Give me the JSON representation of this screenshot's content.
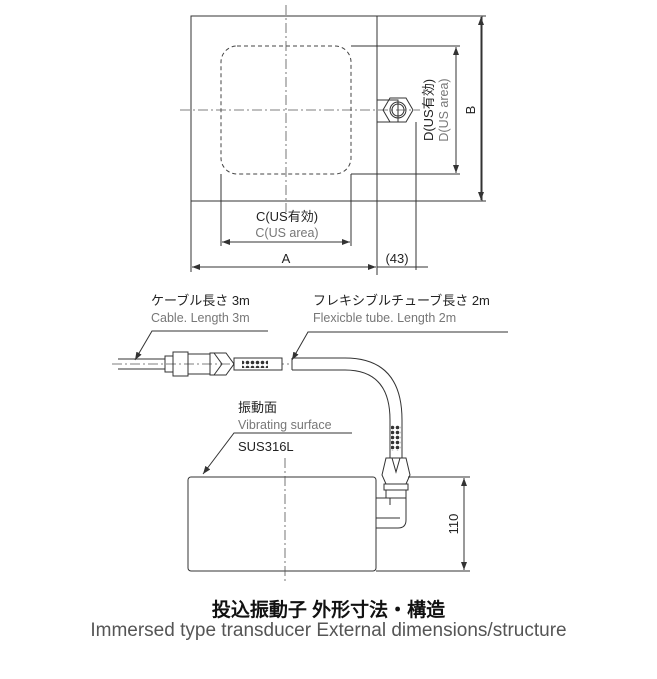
{
  "top_view": {
    "c_label_jp": "C(US有効)",
    "c_label_en": "C(US area)",
    "d_label_jp": "D(US有効)",
    "d_label_en": "D(US area)",
    "a_label": "A",
    "b_label": "B",
    "offset_label": "(43)"
  },
  "side_view": {
    "cable_jp": "ケーブル長さ 3m",
    "cable_en": "Cable. Length 3m",
    "tube_jp": "フレキシブルチューブ長さ 2m",
    "tube_en": "Flexicble tube. Length 2m",
    "surface_jp": "振動面",
    "surface_en": "Vibrating surface",
    "material": "SUS316L",
    "height_label": "110"
  },
  "caption": {
    "title_jp": "投込振動子 外形寸法・構造",
    "title_en": "Immersed type transducer  External dimensions/structure"
  }
}
